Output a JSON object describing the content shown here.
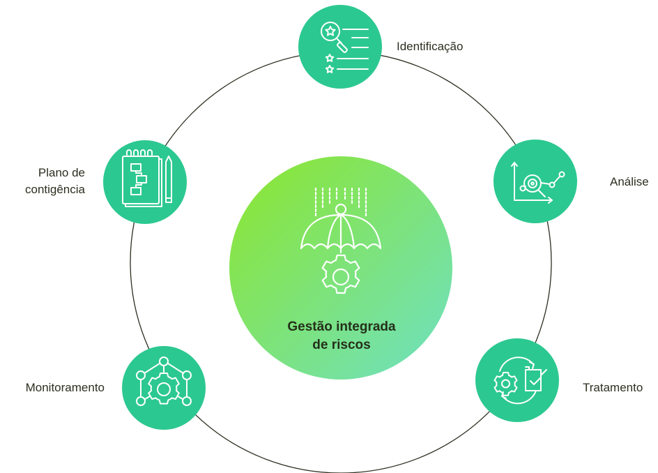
{
  "center": {
    "title_line1": "Gestão integrada",
    "title_line2": "de riscos",
    "icon": "umbrella-gear-icon"
  },
  "stages": [
    {
      "label_lines": [
        "Identificação"
      ],
      "icon": "magnifier-star-list-icon"
    },
    {
      "label_lines": [
        "Análise"
      ],
      "icon": "analysis-chart-icon"
    },
    {
      "label_lines": [
        "Tratamento"
      ],
      "icon": "gear-document-cycle-icon"
    },
    {
      "label_lines": [
        "Monitoramento"
      ],
      "icon": "gear-network-icon"
    },
    {
      "label_lines": [
        "Plano de",
        "contigência"
      ],
      "icon": "notebook-flowchart-icon"
    }
  ],
  "colors": {
    "node_fill": "#2cc891",
    "center_gradient_start": "#86e33a",
    "center_gradient_end": "#6fe0b6",
    "ring_stroke": "#2b2f1f",
    "icon_stroke": "#ffffff",
    "label_text": "#2b2f1f"
  }
}
